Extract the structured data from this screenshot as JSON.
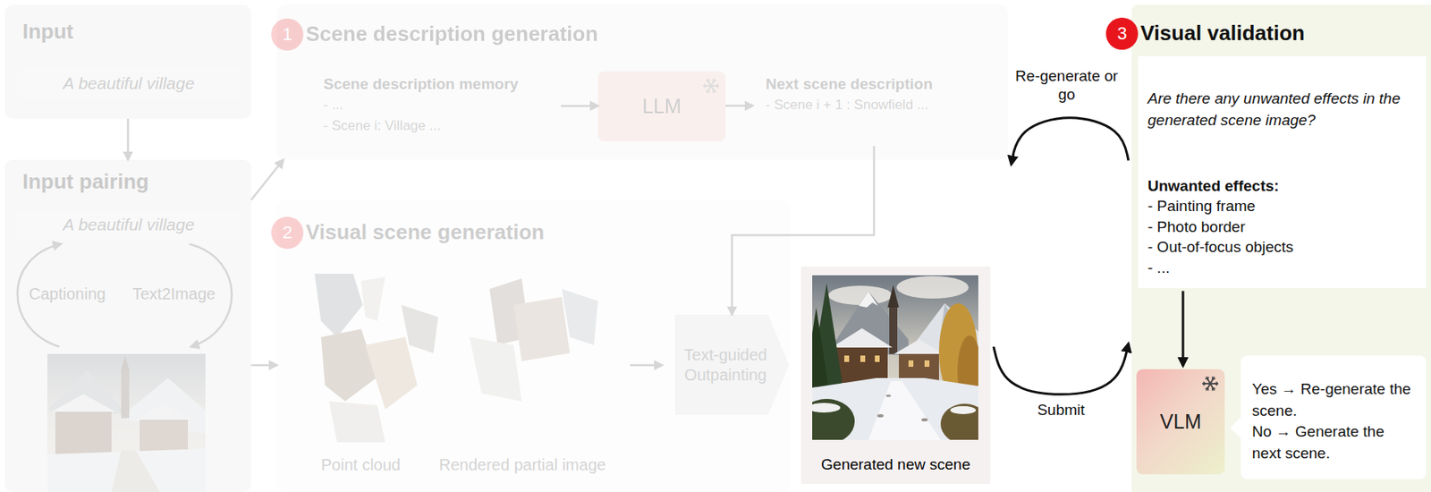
{
  "diagram": {
    "nodes": [
      {
        "text": [
          "Input"
        ]
      },
      {
        "text": [
          "A beautiful village"
        ],
        "in": 0
      },
      {
        "text": [
          "Input pairing"
        ]
      },
      {
        "text": [
          "A beautiful village"
        ],
        "in": 2
      },
      {
        "text": [
          "Scene description generation"
        ]
      },
      {
        "text": [
          "Scene description memory",
          "- ...",
          "- Scene i: Village ..."
        ],
        "in": 4
      },
      {
        "text": [
          "LLM"
        ],
        "in": 4
      },
      {
        "text": [
          "Next scene description",
          "- Scene i + 1 : Snowfield ..."
        ],
        "in": 4
      },
      {
        "text": [
          "Visual scene generation"
        ]
      },
      {
        "text": [
          "Text-guided Outpainting"
        ],
        "in": 8
      },
      {
        "text": [
          "Generated new scene"
        ]
      },
      {
        "text": [
          "Visual validation"
        ]
      },
      {
        "text": [
          "Are there any unwanted effects in the generated scene image?",
          "Unwanted effects:",
          "- Painting frame",
          "- Photo border",
          "- Out-of-focus objects",
          "- ..."
        ],
        "in": 11
      },
      {
        "text": [
          "VLM"
        ],
        "in": 11
      },
      {
        "text": [
          "Yes → Re-generate the scene.",
          "No → Generate the next scene."
        ],
        "in": 11
      }
    ],
    "edges": [
      {
        "from": 0,
        "to": 2,
        "arrow": "to"
      },
      {
        "from": 2,
        "to": 4,
        "arrow": "to"
      },
      {
        "from": 2,
        "to": 8,
        "arrow": "to"
      },
      {
        "from": 5,
        "to": 6,
        "arrow": "to"
      },
      {
        "from": 6,
        "to": 7,
        "arrow": "to"
      },
      {
        "from": 7,
        "to": 9,
        "arrow": "to"
      },
      {
        "from": 10,
        "to": 11,
        "label": "Submit",
        "arrow": "to"
      },
      {
        "from": 11,
        "to": 4,
        "label": "Re-generate or go",
        "arrow": "to"
      },
      {
        "from": 12,
        "to": 13,
        "arrow": "to"
      }
    ],
    "labels": [
      "1",
      "Captioning",
      "Text2Image",
      "2",
      "Point cloud",
      "Rendered partial image",
      "3"
    ]
  }
}
